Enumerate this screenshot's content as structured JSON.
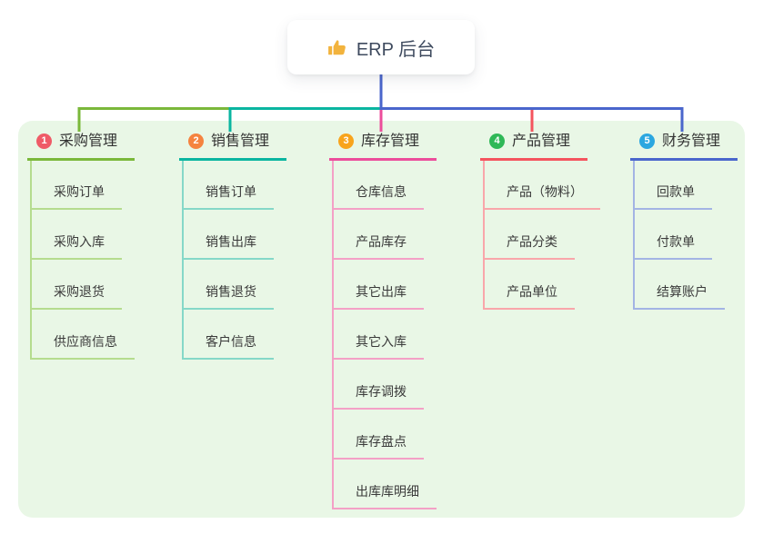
{
  "root": {
    "icon": "thumbs-up",
    "title": "ERP 后台"
  },
  "colors": {
    "panel_bg": "#e9f7e6",
    "root_line": "#4a66cc",
    "card_bg": "#ffffff",
    "root_text": "#3e4a5e",
    "node_text": "#333333",
    "thumb_icon": "#f2b33d"
  },
  "branches": [
    {
      "number": "1",
      "title": "采购管理",
      "badge_color": "#ef5b67",
      "line_color": "#7ab83a",
      "child_line_color": "#b5dc8e",
      "children": [
        "采购订单",
        "采购入库",
        "采购退货",
        "供应商信息"
      ]
    },
    {
      "number": "2",
      "title": "销售管理",
      "badge_color": "#f5833f",
      "line_color": "#0ab5a0",
      "child_line_color": "#85d8c8",
      "children": [
        "销售订单",
        "销售出库",
        "销售退货",
        "客户信息"
      ]
    },
    {
      "number": "3",
      "title": "库存管理",
      "badge_color": "#f8a41c",
      "line_color": "#ec4d9b",
      "child_line_color": "#f4a0c6",
      "children": [
        "仓库信息",
        "产品库存",
        "其它出库",
        "其它入库",
        "库存调拨",
        "库存盘点",
        "出库库明细"
      ]
    },
    {
      "number": "4",
      "title": "产品管理",
      "badge_color": "#2fb857",
      "line_color": "#f4545e",
      "child_line_color": "#f9a6aa",
      "children": [
        "产品（物料）",
        "产品分类",
        "产品单位"
      ]
    },
    {
      "number": "5",
      "title": "财务管理",
      "badge_color": "#2ba7e0",
      "line_color": "#4a66cc",
      "child_line_color": "#a3b4e4",
      "children": [
        "回款单",
        "付款单",
        "结算账户"
      ]
    }
  ]
}
